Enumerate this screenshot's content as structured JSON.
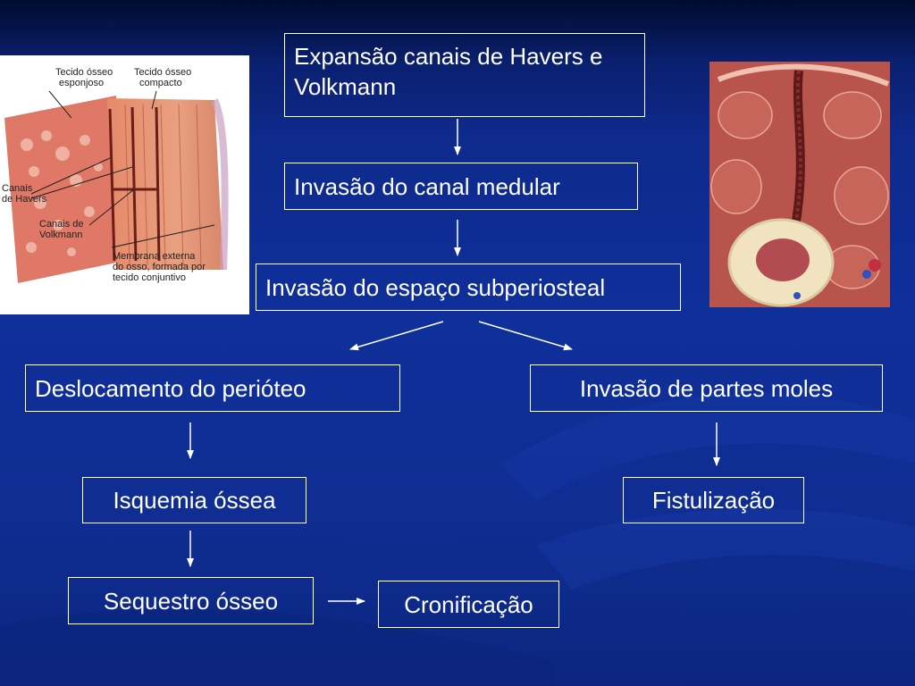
{
  "slide": {
    "background": "#0f2f9a",
    "border_color": "#ffffff"
  },
  "boxes": {
    "havers": "Expansão canais de Havers e Volkmann",
    "medular": "Invasão do canal medular",
    "subperiosteal": "Invasão do espaço subperiosteal",
    "periosteo": "Deslocamento do perióteo",
    "partes_moles": "Invasão de partes moles",
    "isquemia": "Isquemia óssea",
    "fistulizacao": "Fistulização",
    "sequestro": "Sequestro ósseo",
    "cronificacao": "Cronificação"
  },
  "bone_figure": {
    "labels": {
      "esponjoso": "Tecido ósseo esponjoso",
      "compacto": "Tecido ósseo compacto",
      "havers": "Canais de Havers",
      "volkmann": "Canais de Volkmann",
      "membrana": "Membrana externa do osso, formada por tecido conjuntivo"
    }
  }
}
